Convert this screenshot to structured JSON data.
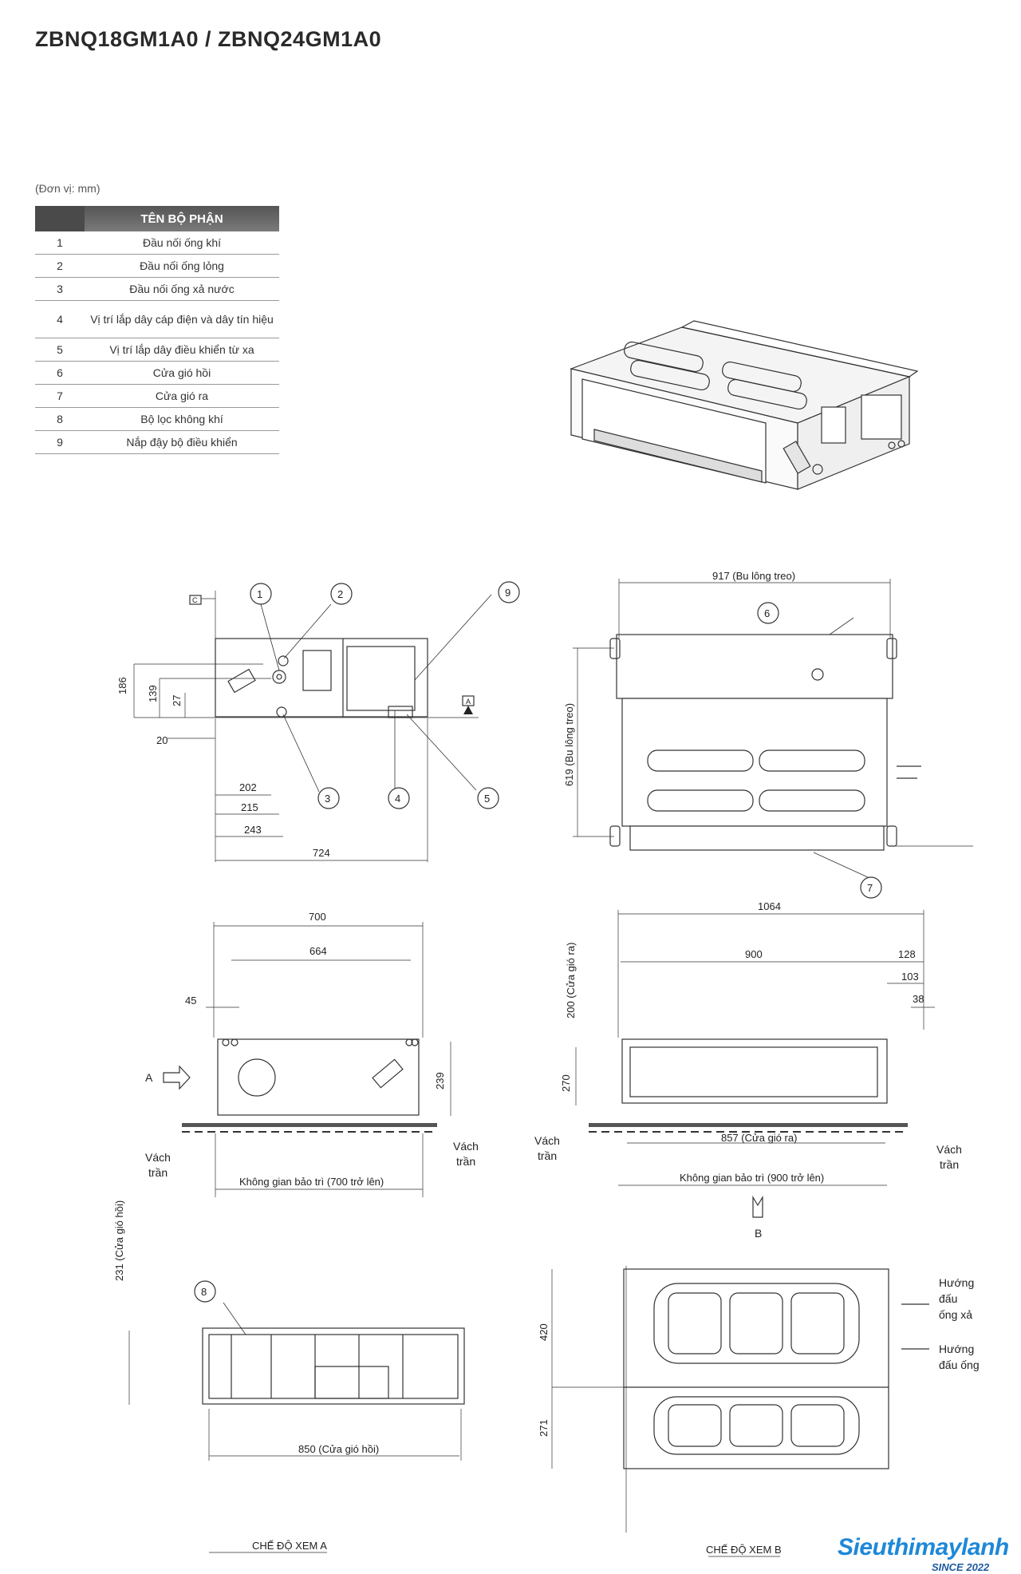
{
  "title": "ZBNQ18GM1A0 / ZBNQ24GM1A0",
  "unit_note": "(Đơn vị: mm)",
  "parts_table": {
    "header": "TÊN BỘ PHẬN",
    "rows": [
      {
        "no": "1",
        "name": "Đầu nối ống khí"
      },
      {
        "no": "2",
        "name": "Đầu nối ống lỏng"
      },
      {
        "no": "3",
        "name": "Đầu nối ống xả nước"
      },
      {
        "no": "4",
        "name": "Vị trí lắp dây cáp điện và dây tín hiệu"
      },
      {
        "no": "5",
        "name": "Vị trí lắp dây điều khiển từ xa"
      },
      {
        "no": "6",
        "name": "Cửa gió hồi"
      },
      {
        "no": "7",
        "name": "Cửa gió ra"
      },
      {
        "no": "8",
        "name": "Bộ lọc không khí"
      },
      {
        "no": "9",
        "name": "Nắp đậy bộ điều khiển"
      }
    ]
  },
  "side_view": {
    "dims": [
      "186",
      "139",
      "27",
      "20",
      "202",
      "215",
      "243",
      "724"
    ],
    "callouts": [
      "1",
      "2",
      "3",
      "4",
      "5",
      "9"
    ]
  },
  "front_view": {
    "dim_top": "917 (Bu lông treo)",
    "dim_left": "619 (Bu lông treo)",
    "callouts": [
      "6",
      "7"
    ]
  },
  "view_a": {
    "dims": [
      "700",
      "664",
      "45",
      "239"
    ],
    "arrow_label": "A",
    "ceiling_left": [
      "Vách",
      "trần"
    ],
    "ceiling_right": [
      "Vách",
      "trần"
    ],
    "maintenance": "Không gian bảo trì (700 trở lên)"
  },
  "view_b": {
    "dims": [
      "1064",
      "900",
      "128",
      "103",
      "38",
      "270"
    ],
    "dim_vertical": "200 (Cửa gió ra)",
    "outlet": "857 (Cửa gió ra)",
    "ceiling_left": [
      "Vách",
      "trần"
    ],
    "ceiling_right": [
      "Vách",
      "trần"
    ],
    "maintenance": "Không gian bảo trì (900 trở lên)",
    "arrow_label": "B"
  },
  "section_a": {
    "dim_vertical": "231 (Cửa gió hồi)",
    "return": "850 (Cửa gió hồi)",
    "callout": "8",
    "caption": "CHẾ ĐỘ XEM A"
  },
  "section_b": {
    "dims": [
      "420",
      "271"
    ],
    "drain_dir": [
      "Hướng",
      "đấu",
      "ống xả"
    ],
    "pipe_dir": [
      "Hướng",
      "đấu ống"
    ],
    "caption": "CHẾ ĐỘ XEM B"
  },
  "markers": {
    "a": "A",
    "b": "B",
    "c": "C"
  },
  "logo": {
    "main": "Sieuthimaylanh",
    "sub": "SINCE 2022",
    "color": "#1e88d8"
  }
}
